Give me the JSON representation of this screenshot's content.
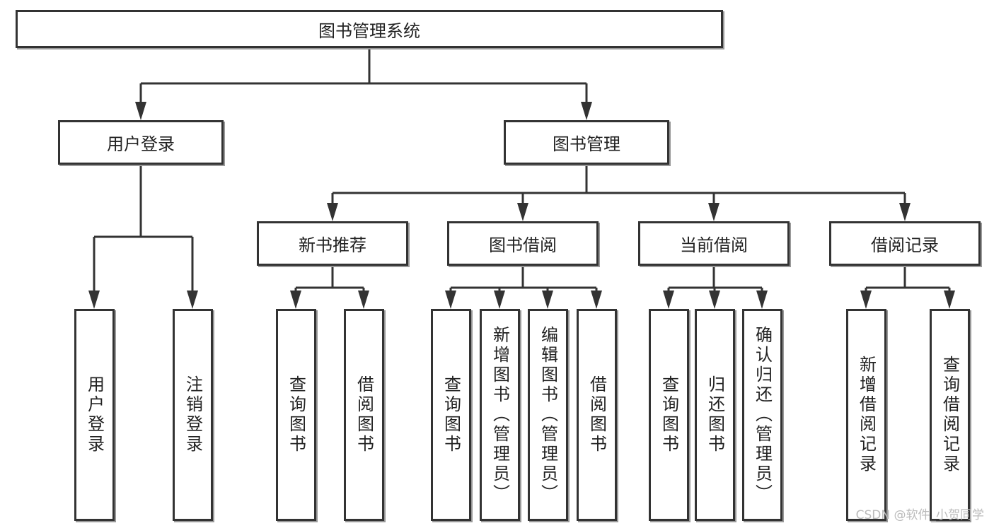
{
  "root": "图书管理系统",
  "level1": [
    "用户登录",
    "图书管理"
  ],
  "level2": [
    "新书推荐",
    "图书借阅",
    "当前借阅",
    "借阅记录"
  ],
  "leaves": {
    "user_login": [
      "用户登录",
      "注销登录"
    ],
    "new_books": [
      "查询图书",
      "借阅图书"
    ],
    "borrow": [
      "查询图书",
      "新增图书（管理员）",
      "编辑图书（管理员）",
      "借阅图书"
    ],
    "current": [
      "查询图书",
      "归还图书",
      "确认归还（管理员）"
    ],
    "records": [
      "新增借阅记录",
      "查询借阅记录"
    ]
  },
  "watermark": "CSDN @软件_小贺同学",
  "colors": {
    "line": "#333333",
    "watermark": "#bbbbbb"
  }
}
